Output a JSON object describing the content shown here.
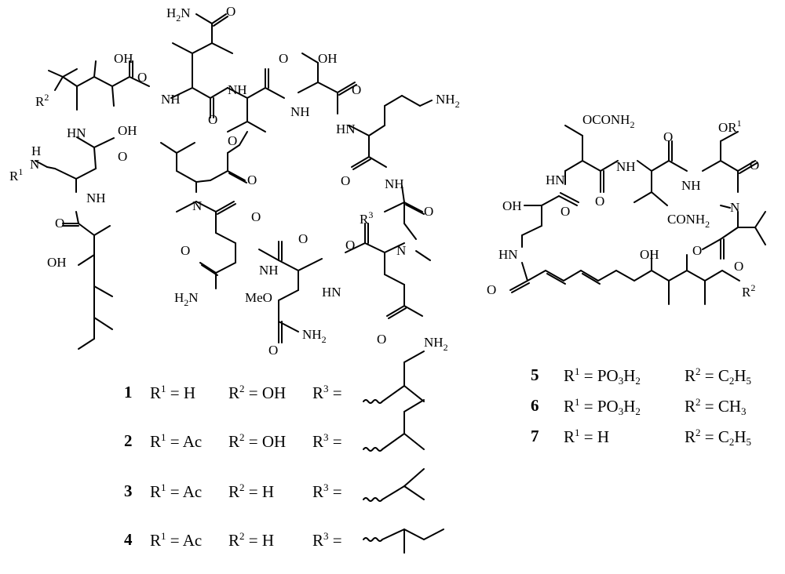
{
  "atoms": {
    "h2n": "H2N",
    "o": "O",
    "oh": "OH",
    "nh": "NH",
    "hn": "HN",
    "h": "H",
    "n": "N",
    "nh2": "NH2",
    "meo": "MeO",
    "r1": "R1",
    "r2": "R2",
    "r3": "R3",
    "oconh2": "OCONH2",
    "conh2": "CONH2",
    "or1": "OR1"
  },
  "table_left": [
    {
      "num": "1",
      "r1": "H",
      "r2": "OH",
      "r3_label": "R3 ="
    },
    {
      "num": "2",
      "r1": "Ac",
      "r2": "OH",
      "r3_label": "R3 ="
    },
    {
      "num": "3",
      "r1": "Ac",
      "r2": "H",
      "r3_label": "R3 ="
    },
    {
      "num": "4",
      "r1": "Ac",
      "r2": "H",
      "r3_label": "R3 ="
    }
  ],
  "table_right": [
    {
      "num": "5",
      "r1": "PO3H2",
      "r2": "C2H5"
    },
    {
      "num": "6",
      "r1": "PO3H2",
      "r2": "CH3"
    },
    {
      "num": "7",
      "r1": "H",
      "r2": "C2H5"
    }
  ]
}
